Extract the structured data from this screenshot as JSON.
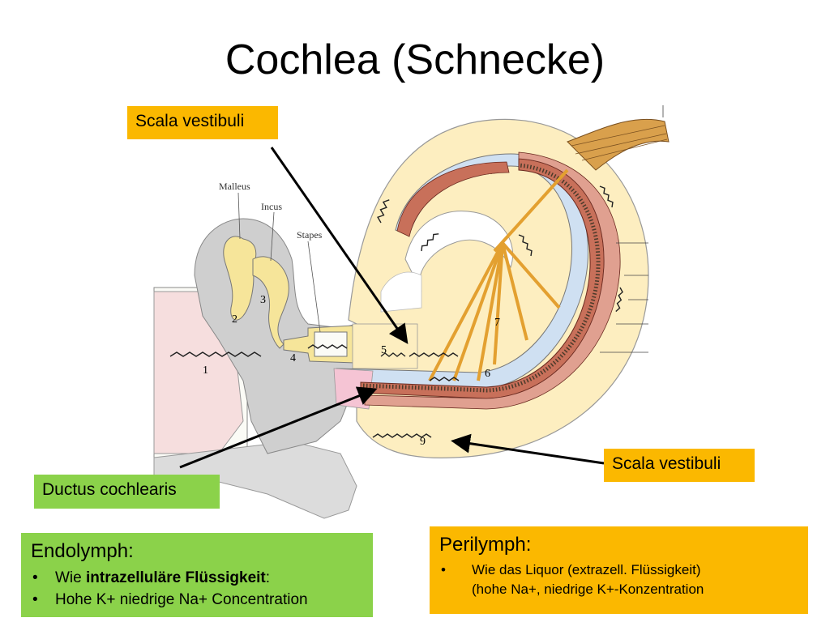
{
  "title": "Cochlea (Schnecke)",
  "labels": {
    "scala_vestibuli_top": "Scala vestibuli",
    "scala_vestibuli_bottom": "Scala vestibuli",
    "ductus_cochlearis": "Ductus cochlearis"
  },
  "anatomy_labels": {
    "malleus": "Malleus",
    "incus": "Incus",
    "stapes": "Stapes"
  },
  "diagram_numbers": [
    "1",
    "2",
    "3",
    "4",
    "5",
    "6",
    "7",
    "9"
  ],
  "endolymph": {
    "heading": "Endolymph:",
    "bullet1_prefix": "Wie ",
    "bullet1_bold": "intrazelluläre Flüssigkeit",
    "bullet1_suffix": ":",
    "bullet2": "Hohe K+ niedrige Na+ Concentration"
  },
  "perilymph": {
    "heading": "Perilymph:",
    "bullet1": "Wie das Liquor (extrazell. Flüssigkeit)",
    "bullet1_cont": "(hohe Na+, niedrige K+-Konzentration"
  },
  "colors": {
    "orange_box": "#fbb800",
    "green_box": "#8bd24a",
    "perilymph_fill": "#fdeec0",
    "endolymph_fill": "#cfe0f2",
    "basilar_red": "#c8705a",
    "bone_grey": "#c9c9c9",
    "ossicle_yellow": "#f6e59a"
  }
}
